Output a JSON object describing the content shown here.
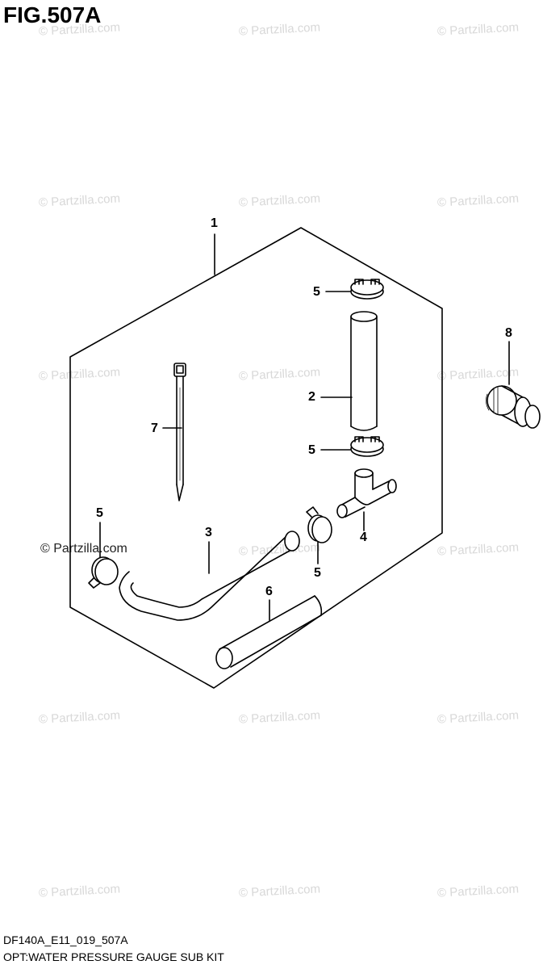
{
  "figure": {
    "title": "FIG.507A",
    "model_code": "DF140A_E11_019_507A",
    "caption": "OPT:WATER PRESSURE GAUGE SUB KIT"
  },
  "watermark": {
    "text": "© Partzilla.com",
    "dark_text": "© Partzilla.com"
  },
  "callouts": {
    "kit": "1",
    "hose_upper": "2",
    "hose_bent": "3",
    "tee_fitting": "4",
    "clamp_top": "5",
    "clamp_mid": "5",
    "clamp_left": "5",
    "clamp_lower": "5",
    "hose_straight": "6",
    "cable_tie": "7",
    "adapter": "8"
  }
}
